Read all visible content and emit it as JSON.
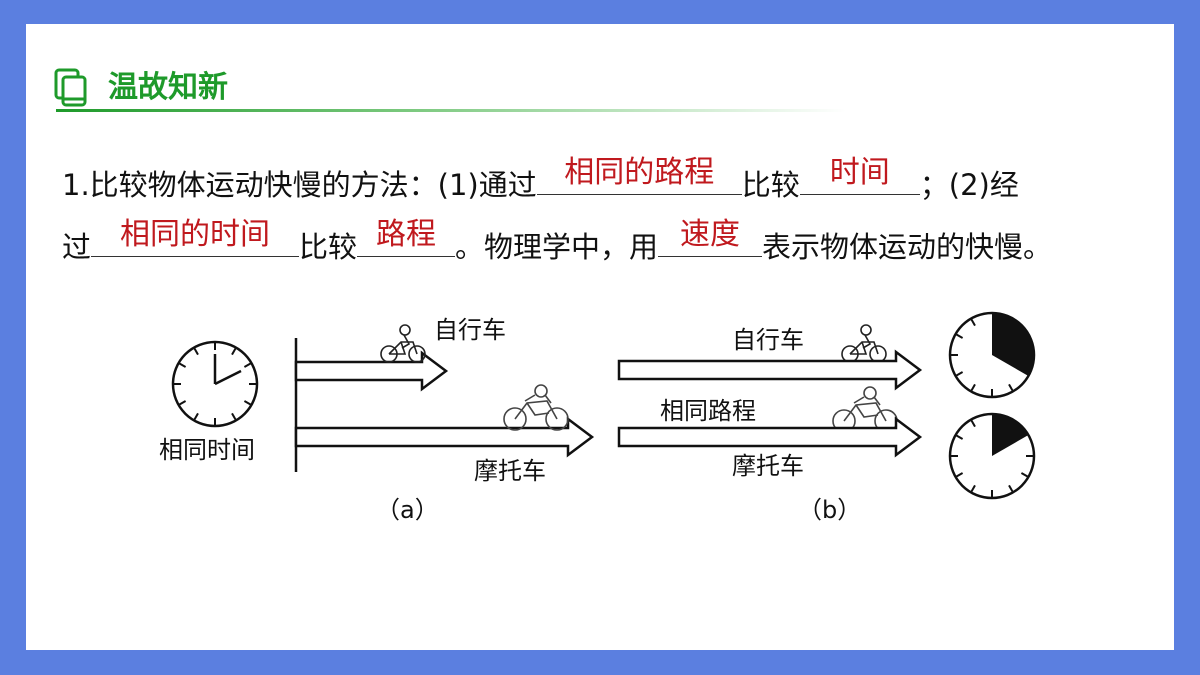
{
  "header": {
    "title": "温故知新",
    "icon": "document-copy-icon",
    "color": "#1e9a2a"
  },
  "question": {
    "line1": {
      "intro": "1.比较物体运动快慢的方法：(1)通过",
      "blank1_answer": "相同的路程",
      "mid": "比较",
      "blank2_answer": "时间",
      "tail": "；(2)经"
    },
    "line2": {
      "start": "过",
      "blank3_answer": "相同的时间",
      "mid": "比较",
      "blank4_answer": "路程",
      "mid2": "。物理学中，用",
      "blank5_answer": "速度",
      "tail": "表示物体运动的快慢。"
    },
    "answer_color": "#c0191e"
  },
  "diagram": {
    "a": {
      "bicycle_label": "自行车",
      "motorcycle_label": "摩托车",
      "clock_label": "相同时间",
      "caption": "（a）"
    },
    "b": {
      "bicycle_label": "自行车",
      "distance_label": "相同路程",
      "motorcycle_label": "摩托车",
      "caption": "（b）"
    }
  }
}
